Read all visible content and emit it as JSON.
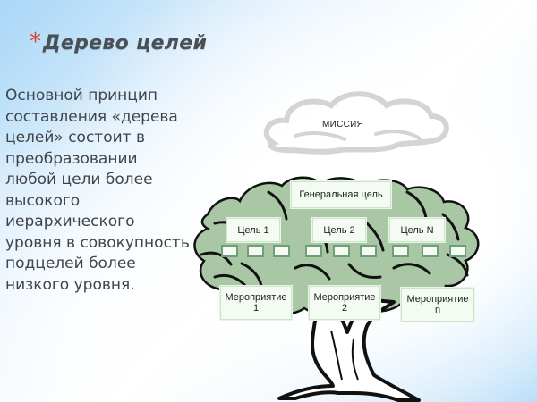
{
  "slide": {
    "bullet_icon": "*",
    "title": "Дерево целей",
    "body": "Основной принцип\nсоставления «дерева\nцелей» состоит в\nпреобразовании\nлюбой цели более\nвысокого\nиерархического\nуровня в совокупность\nподцелей более\nнизкого уровня."
  },
  "diagram": {
    "mission": "МИССИЯ",
    "general_goal": "Генеральная цель",
    "goals": [
      "Цель 1",
      "Цель 2",
      "Цель N"
    ],
    "activities": [
      {
        "line1": "Мероприятие",
        "line2": "1"
      },
      {
        "line1": "Мероприятие",
        "line2": "2"
      },
      {
        "line1": "Мероприятие",
        "line2": "n"
      }
    ],
    "subgoal_boxes_per_goal": 3
  },
  "colors": {
    "bullet": "#d9412c",
    "title": "#4a4e55",
    "body_text": "#404448",
    "foliage": "#a9c7a4",
    "box_fill": "#f4fbf2",
    "box_border": "#6f9e7a",
    "cloud": "#d3d3d3"
  }
}
